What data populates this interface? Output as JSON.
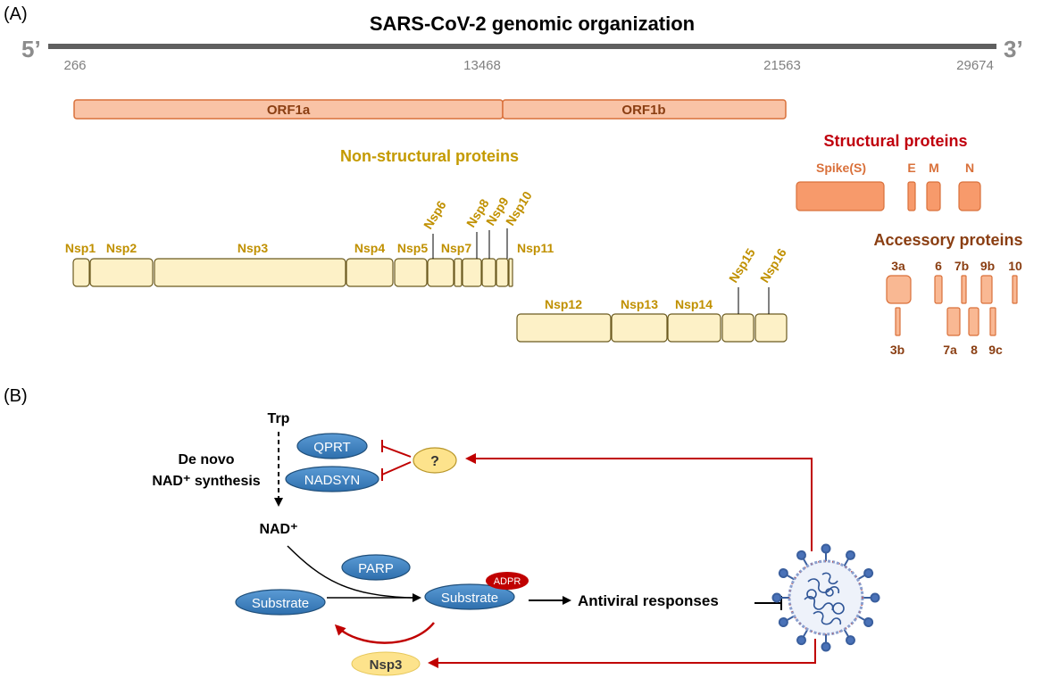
{
  "panel_a": {
    "label": "(A)",
    "title": "SARS-CoV-2 genomic organization",
    "five_prime": "5’",
    "three_prime": "3’",
    "positions": [
      "266",
      "13468",
      "21563",
      "29674"
    ],
    "orfs": [
      "ORF1a",
      "ORF1b"
    ],
    "nonstructural_heading": "Non-structural proteins",
    "nsp_row1": [
      "Nsp1",
      "Nsp2",
      "Nsp3",
      "Nsp4",
      "Nsp5",
      "Nsp6",
      "Nsp7",
      "Nsp8",
      "Nsp9",
      "Nsp10",
      "Nsp11"
    ],
    "nsp_row2": [
      "Nsp12",
      "Nsp13",
      "Nsp14",
      "Nsp15",
      "Nsp16"
    ],
    "structural_heading": "Structural proteins",
    "structural": [
      "Spike(S)",
      "E",
      "M",
      "N"
    ],
    "accessory_heading": "Accessory proteins",
    "accessory_top": [
      "3a",
      "6",
      "7b",
      "9b",
      "10"
    ],
    "accessory_bottom": [
      "3b",
      "7a",
      "8",
      "9c"
    ]
  },
  "panel_b": {
    "label": "(B)",
    "trp": "Trp",
    "de_novo_line1": "De novo",
    "de_novo_line2": "NAD⁺ synthesis",
    "qprt": "QPRT",
    "nadsyn": "NADSYN",
    "unknown": "?",
    "nad": "NAD⁺",
    "parp": "PARP",
    "substrate": "Substrate",
    "substrate_adpr": "Substrate",
    "adpr": "ADPR",
    "antiviral": "Antiviral responses",
    "nsp3": "Nsp3"
  },
  "colors": {
    "orf_fill": "#f9c3a6",
    "orf_stroke": "#d9703a",
    "orf_text": "#8a3e12",
    "nsp_fill": "#fdf1c7",
    "nsp_stroke": "#7a6a2a",
    "nsp_text": "#c09000",
    "structural_fill": "#f79a6b",
    "structural_heading": "#c0000d",
    "accessory_heading": "#8a3e12",
    "enzyme_blue": "#2e75b6",
    "yellow_oval": "#fde38c",
    "inhibit_red": "#c00000"
  }
}
